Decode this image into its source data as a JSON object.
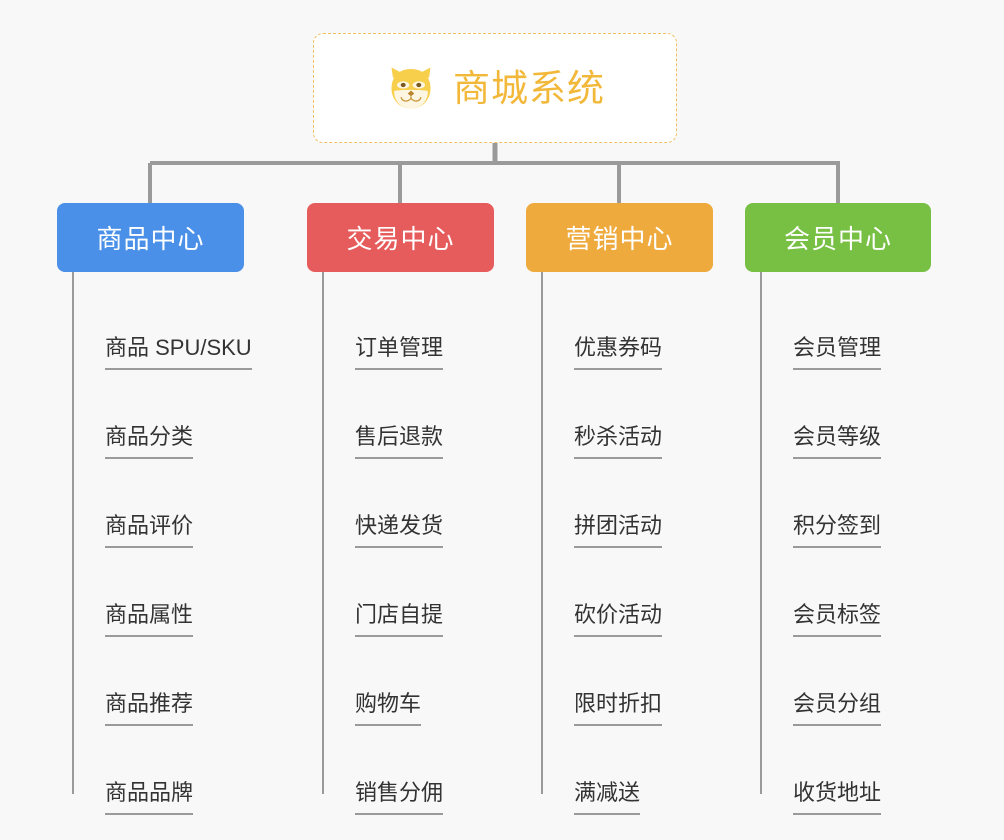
{
  "page": {
    "background_color": "#f8f8f8",
    "diagram_type": "org-chart-mindmap"
  },
  "root": {
    "title": "商城系统",
    "icon": "shiba-dog-icon",
    "text_color": "#f2b839",
    "border_color": "#f0c060",
    "background_color": "#ffffff"
  },
  "connector": {
    "color": "#9a9a9a"
  },
  "branches": [
    {
      "label": "商品中心",
      "color": "#4a90e8",
      "items": [
        "商品 SPU/SKU",
        "商品分类",
        "商品评价",
        "商品属性",
        "商品推荐",
        "商品品牌"
      ]
    },
    {
      "label": "交易中心",
      "color": "#e65b5b",
      "items": [
        "订单管理",
        "售后退款",
        "快递发货",
        "门店自提",
        "购物车",
        "销售分佣"
      ]
    },
    {
      "label": "营销中心",
      "color": "#eeaa3c",
      "items": [
        "优惠券码",
        "秒杀活动",
        "拼团活动",
        "砍价活动",
        "限时折扣",
        "满减送"
      ]
    },
    {
      "label": "会员中心",
      "color": "#77c043",
      "items": [
        "会员管理",
        "会员等级",
        "积分签到",
        "会员标签",
        "会员分组",
        "收货地址"
      ]
    }
  ]
}
